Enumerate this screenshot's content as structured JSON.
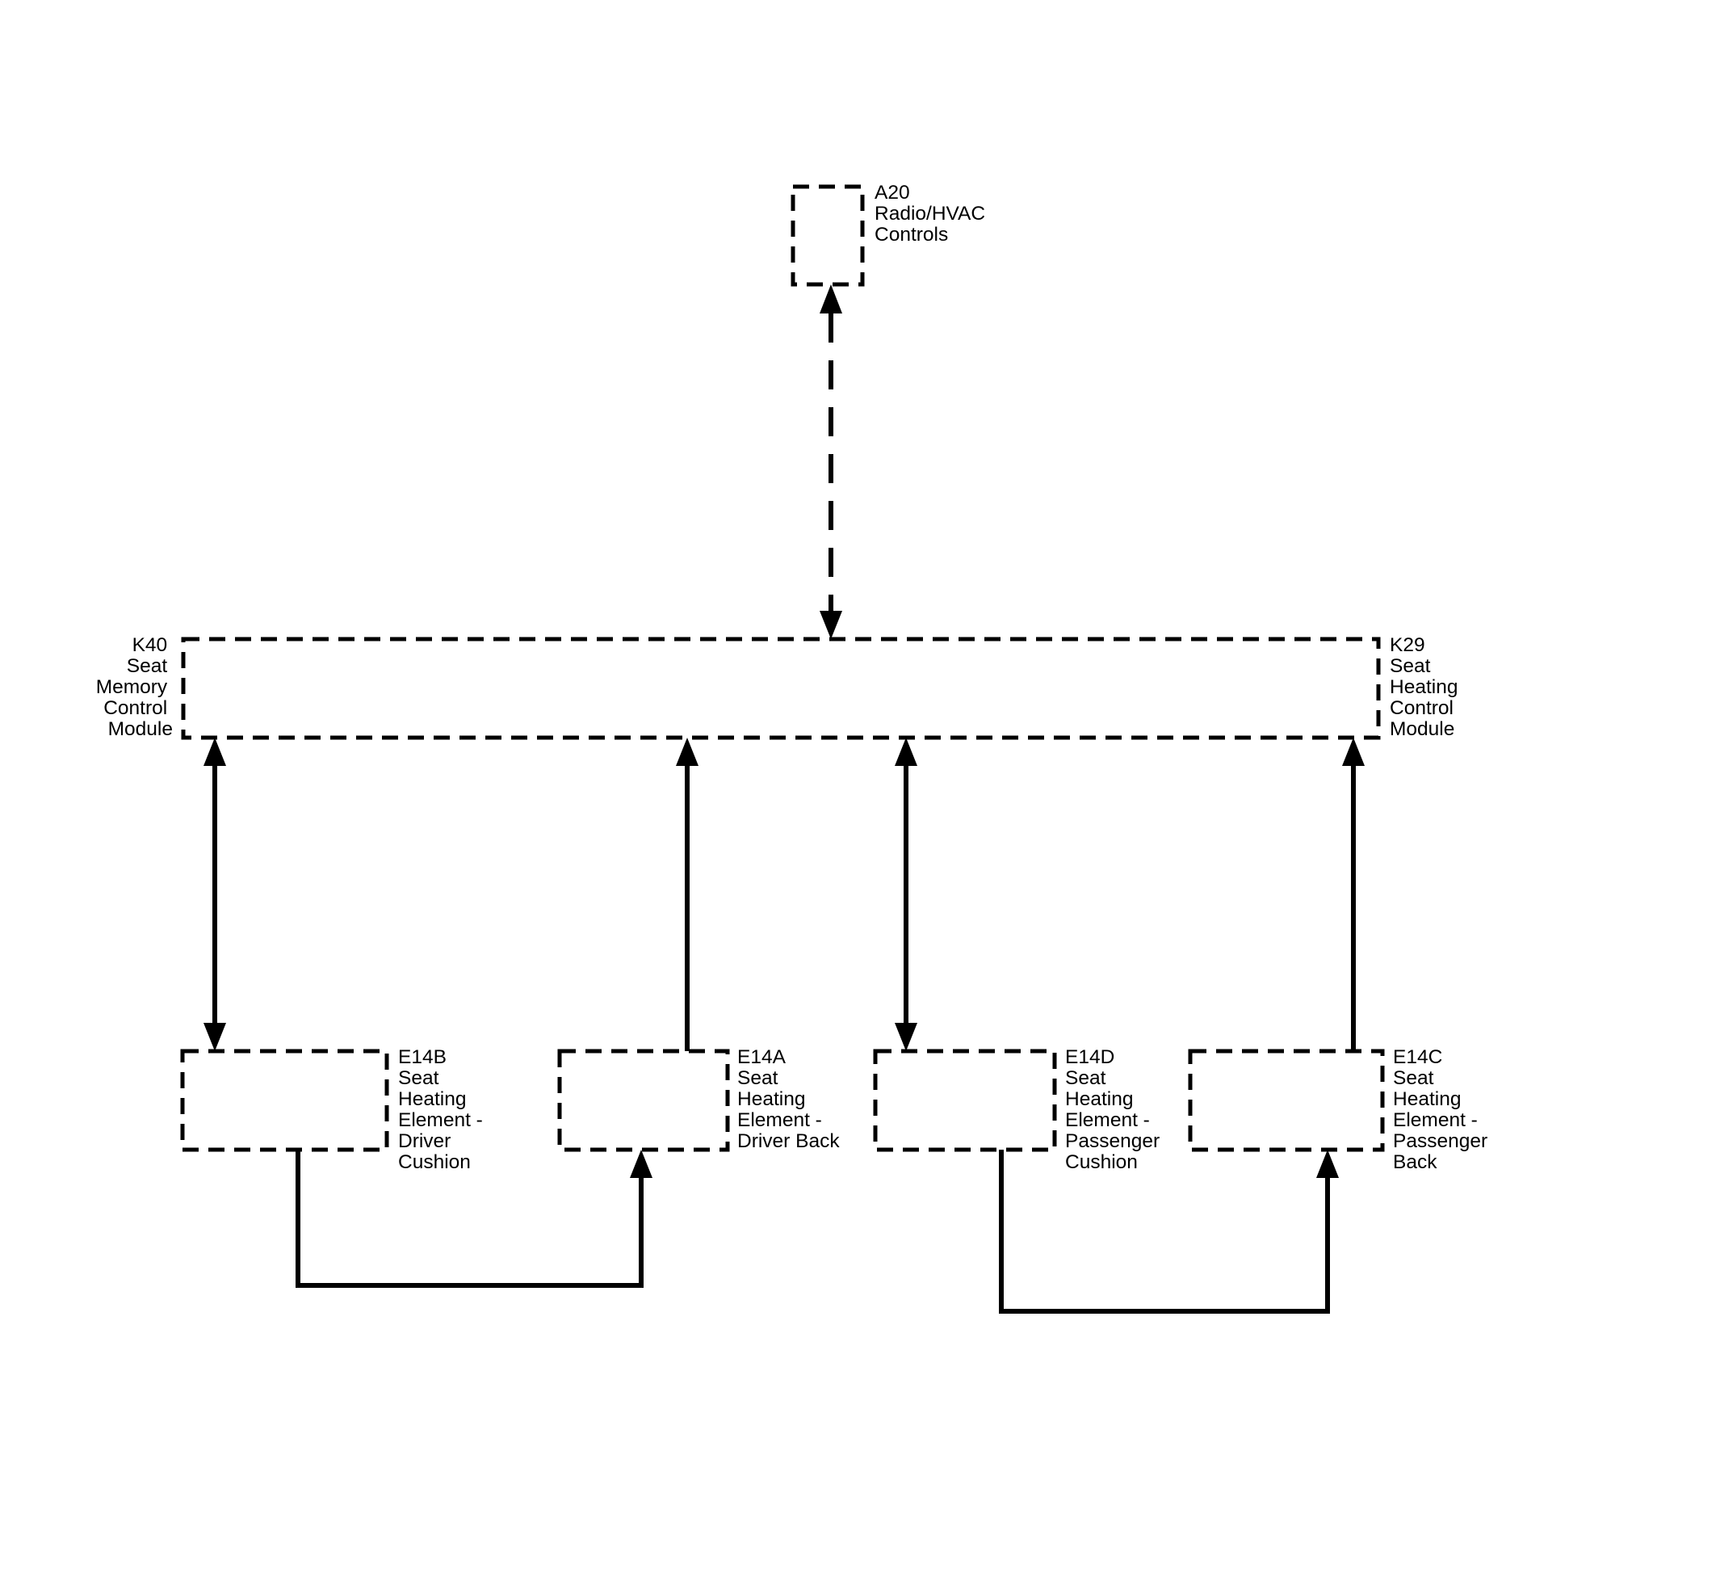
{
  "components": {
    "a20": {
      "lines": [
        "A20",
        "Radio/HVAC",
        "Controls"
      ]
    },
    "k40": {
      "lines": [
        "K40",
        "Seat",
        "Memory",
        "Control",
        "Module"
      ]
    },
    "k29": {
      "lines": [
        "K29",
        "Seat",
        "Heating",
        "Control",
        "Module"
      ]
    },
    "e14b": {
      "lines": [
        "E14B",
        "Seat",
        "Heating",
        "Element -",
        "Driver",
        "Cushion"
      ]
    },
    "e14a": {
      "lines": [
        "E14A",
        "Seat",
        "Heating",
        "Element -",
        "Driver Back"
      ]
    },
    "e14d": {
      "lines": [
        "E14D",
        "Seat",
        "Heating",
        "Element -",
        "Passenger",
        "Cushion"
      ]
    },
    "e14c": {
      "lines": [
        "E14C",
        "Seat",
        "Heating",
        "Element -",
        "Passenger",
        "Back"
      ]
    }
  },
  "colors": {
    "line": "#000000",
    "background": "#ffffff"
  }
}
